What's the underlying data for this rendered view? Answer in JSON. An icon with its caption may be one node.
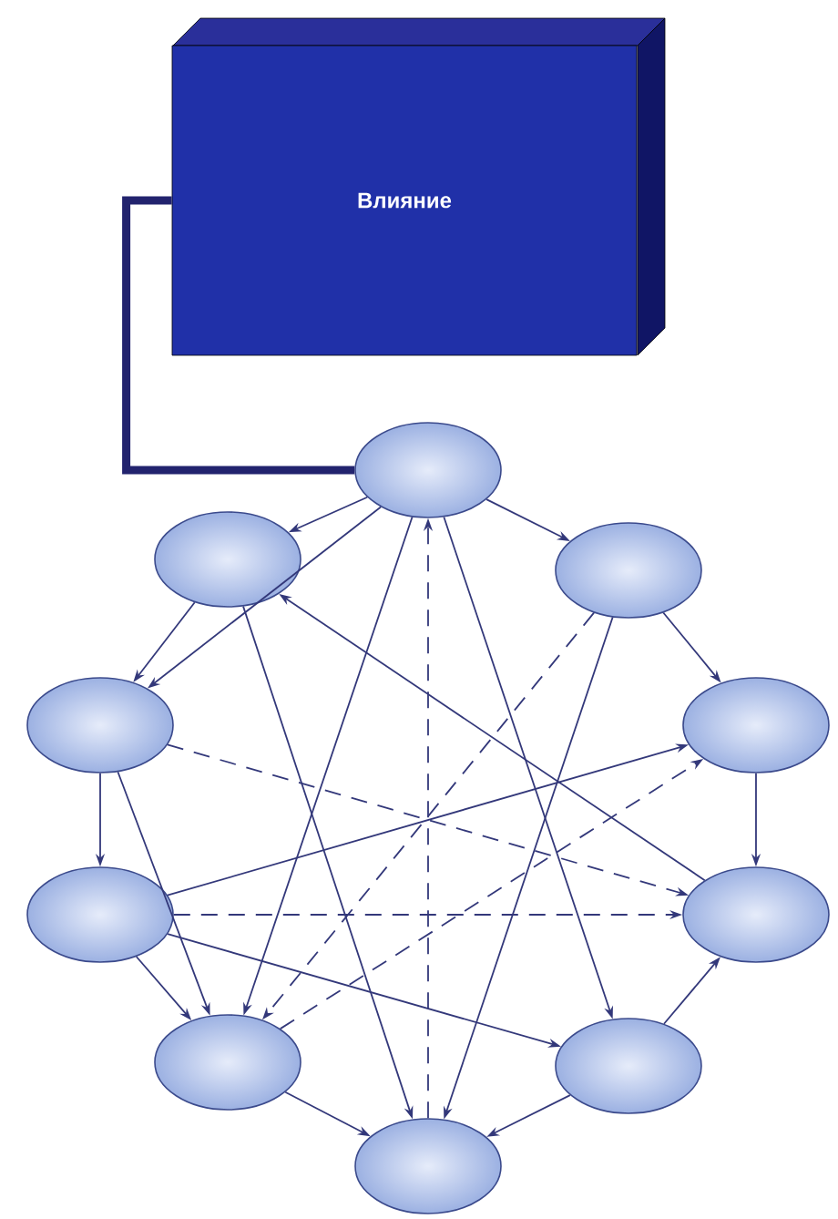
{
  "diagram": {
    "nodes": [
      {
        "text": [
          "Влияние"
        ]
      },
      {
        "text": [],
        "shape": "ellipse"
      },
      {
        "text": [],
        "shape": "ellipse"
      },
      {
        "text": [],
        "shape": "ellipse"
      },
      {
        "text": [],
        "shape": "ellipse"
      },
      {
        "text": [],
        "shape": "ellipse"
      },
      {
        "text": [],
        "shape": "ellipse"
      },
      {
        "text": [],
        "shape": "ellipse"
      },
      {
        "text": [],
        "shape": "ellipse"
      },
      {
        "text": [],
        "shape": "ellipse"
      },
      {
        "text": [],
        "shape": "ellipse"
      }
    ],
    "edges": [
      {
        "from": 0,
        "to": 1,
        "arrow": "none",
        "style": "thick",
        "color": "#22236e"
      },
      {
        "from": 1,
        "to": 2,
        "arrow": "to"
      },
      {
        "from": 1,
        "to": 3,
        "arrow": "to"
      },
      {
        "from": 2,
        "to": 4,
        "arrow": "to"
      },
      {
        "from": 3,
        "to": 5,
        "arrow": "to"
      },
      {
        "from": 4,
        "to": 6,
        "arrow": "to"
      },
      {
        "from": 5,
        "to": 7,
        "arrow": "to"
      },
      {
        "from": 6,
        "to": 8,
        "arrow": "to"
      },
      {
        "from": 8,
        "to": 10,
        "arrow": "to"
      },
      {
        "from": 9,
        "to": 10,
        "arrow": "to"
      },
      {
        "from": 9,
        "to": 7,
        "arrow": "to"
      },
      {
        "from": 1,
        "to": 4,
        "arrow": "to"
      },
      {
        "from": 1,
        "to": 8,
        "arrow": "to"
      },
      {
        "from": 1,
        "to": 9,
        "arrow": "to"
      },
      {
        "from": 10,
        "to": 1,
        "arrow": "to",
        "style": "dashed"
      },
      {
        "from": 2,
        "to": 10,
        "arrow": "to"
      },
      {
        "from": 4,
        "to": 8,
        "arrow": "to"
      },
      {
        "from": 6,
        "to": 5,
        "arrow": "to"
      },
      {
        "from": 6,
        "to": 9,
        "arrow": "to"
      },
      {
        "from": 6,
        "to": 7,
        "arrow": "to",
        "style": "dashed"
      },
      {
        "from": 7,
        "to": 2,
        "arrow": "to"
      },
      {
        "from": 4,
        "to": 7,
        "arrow": "to",
        "style": "dashed"
      },
      {
        "from": 3,
        "to": 8,
        "arrow": "to",
        "style": "dashed"
      },
      {
        "from": 3,
        "to": 10,
        "arrow": "to"
      },
      {
        "from": 8,
        "to": 5,
        "arrow": "to",
        "style": "dashed"
      }
    ]
  }
}
